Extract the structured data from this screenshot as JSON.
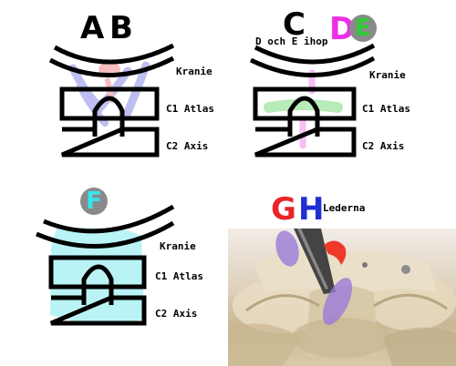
{
  "panel_ab": {
    "letter_a": "A",
    "letter_b": "B",
    "kranie": "Kranie",
    "atlas": "C1 Atlas",
    "axis": "C2 Axis",
    "colors": {
      "a": "#e8242a",
      "b": "#1f2fd0"
    }
  },
  "panel_cde": {
    "letter_c": "C",
    "letter_d": "D",
    "letter_e": "E",
    "caption": "D och E ihop",
    "kranie": "Kranie",
    "atlas": "C1 Atlas",
    "axis": "C2 Axis",
    "colors": {
      "d": "#ee2ee6",
      "e": "#2ecc37",
      "e_circle": "#8a8a8a"
    }
  },
  "panel_f": {
    "letter_f": "F",
    "kranie": "Kranie",
    "atlas": "C1 Atlas",
    "axis": "C2 Axis",
    "colors": {
      "f": "#35e6ef",
      "f_circle": "#8a8a8a"
    }
  },
  "panel_gh": {
    "letter_g": "G",
    "letter_h": "H",
    "caption": "Lederna",
    "colors": {
      "g": "#e8242a",
      "h": "#1f2fd0"
    }
  }
}
